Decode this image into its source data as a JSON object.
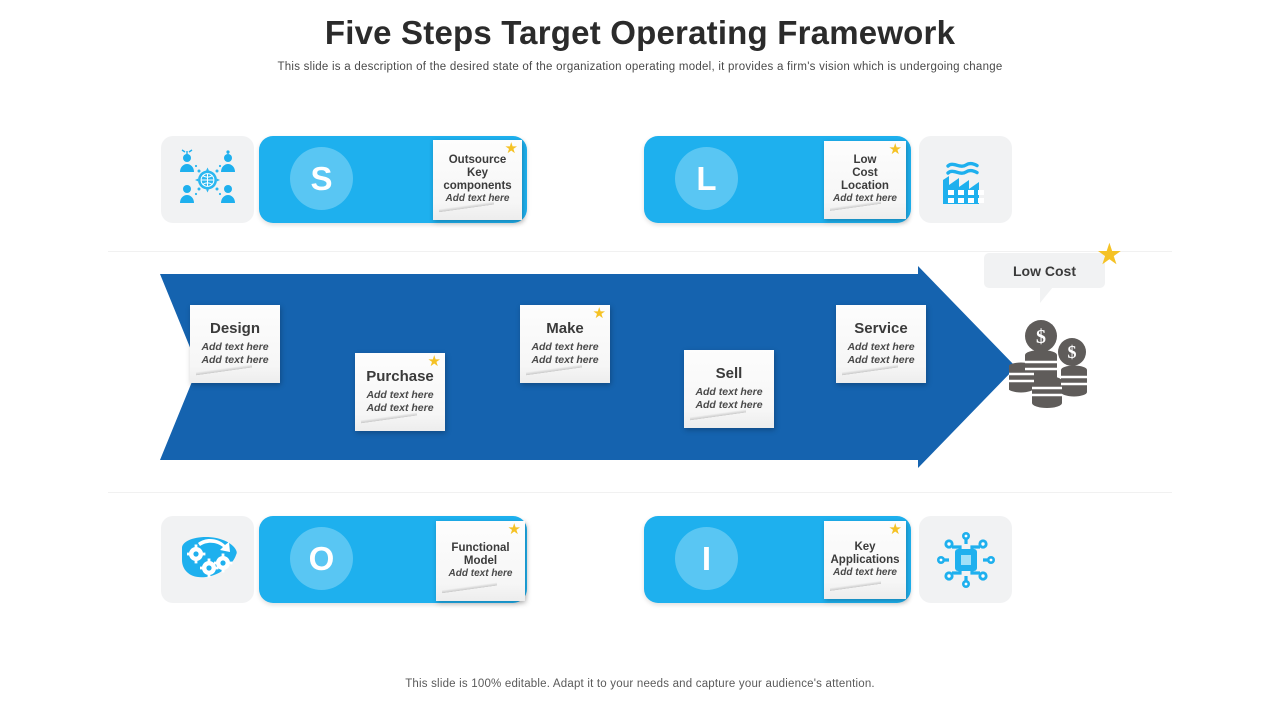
{
  "header": {
    "title": "Five Steps Target Operating Framework",
    "subtitle": "This slide is a description of the desired state of the organization operating model, it provides a firm's vision which is undergoing change"
  },
  "footer": {
    "text": "This slide is 100% editable. Adapt it to your needs and capture  your audience's attention."
  },
  "colors": {
    "light_blue": "#1EB0EE",
    "circle_blue": "#59C6F3",
    "dark_blue": "#1563AF",
    "tile_gray": "#F1F2F3",
    "star_yellow": "#F5C225",
    "coin_gray": "#5F5C5A"
  },
  "pillars": [
    {
      "letter": "S",
      "icon": "people-network-icon",
      "icon_side": "left",
      "note": {
        "title": "Outsource\nKey\ncomponents",
        "sub": "Add text here",
        "star": true
      }
    },
    {
      "letter": "L",
      "icon": "factory-icon",
      "icon_side": "right",
      "note": {
        "title": "Low\nCost\nLocation",
        "sub": "Add text here",
        "star": true
      }
    },
    {
      "letter": "O",
      "icon": "gears-process-icon",
      "icon_side": "left",
      "note": {
        "title": "Functional\nModel",
        "sub": "Add text here",
        "star": true
      }
    },
    {
      "letter": "I",
      "icon": "circuit-chip-icon",
      "icon_side": "right",
      "note": {
        "title": "Key\nApplications",
        "sub": "Add  text  here",
        "star": true
      }
    }
  ],
  "process": {
    "steps": [
      {
        "title": "Design",
        "lines": "Add text here\nAdd text here",
        "star": false
      },
      {
        "title": "Purchase",
        "lines": "Add text here\nAdd text here",
        "star": true
      },
      {
        "title": "Make",
        "lines": "Add text here\nAdd text here",
        "star": true
      },
      {
        "title": "Sell",
        "lines": "Add text here\nAdd text here",
        "star": false
      },
      {
        "title": "Service",
        "lines": "Add text here\nAdd text here",
        "star": false
      }
    ]
  },
  "callout": {
    "label": "Low Cost",
    "star": true,
    "icon": "money-coins-icon"
  }
}
